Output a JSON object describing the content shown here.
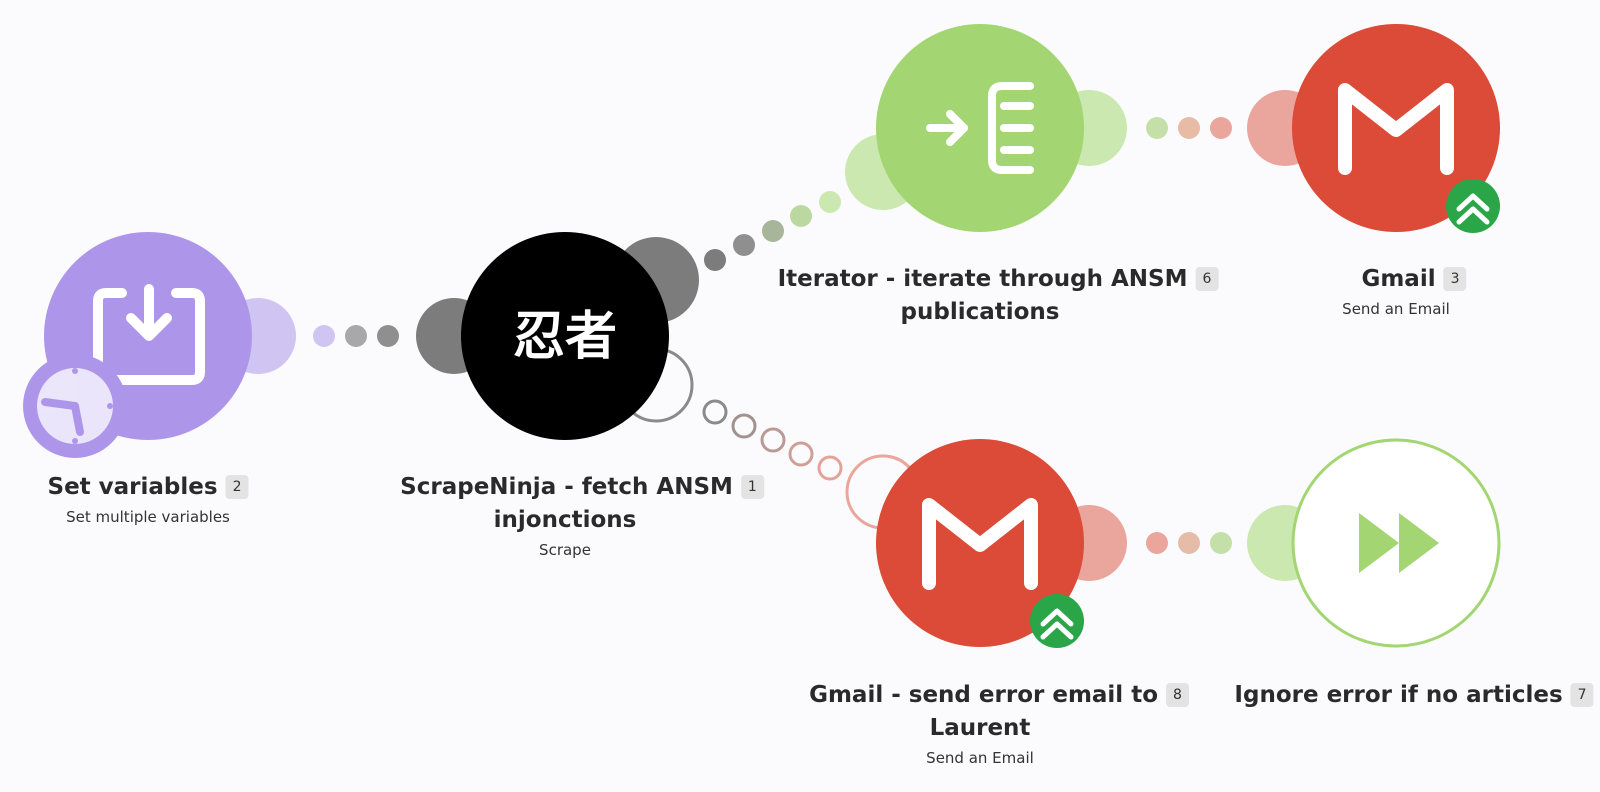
{
  "scenario": {
    "modules": [
      {
        "id": "set-variables",
        "title": "Set variables",
        "badge": "2",
        "subtitle": "Set multiple variables",
        "icon": "import-tray-icon",
        "color": "#ad96e9"
      },
      {
        "id": "scrapeninja",
        "title_line1": "ScrapeNinja - fetch ANSM",
        "title_line2": "injonctions",
        "badge": "1",
        "subtitle": "Scrape",
        "icon": "ninja-kanji-icon",
        "icon_text": "忍者",
        "color": "#000000"
      },
      {
        "id": "iterator",
        "title_line1": "Iterator - iterate through ANSM",
        "title_line2": "publications",
        "badge": "6",
        "subtitle": "",
        "icon": "iterator-icon",
        "color": "#a3d672"
      },
      {
        "id": "gmail-send",
        "title": "Gmail",
        "badge": "3",
        "subtitle": "Send an Email",
        "icon": "gmail-m-icon",
        "color": "#db4b38"
      },
      {
        "id": "gmail-error",
        "title_line1": "Gmail - send error email to",
        "title_line2": "Laurent",
        "badge": "8",
        "subtitle": "Send an Email",
        "icon": "gmail-m-icon",
        "color": "#db4b38"
      },
      {
        "id": "ignore-error",
        "title": "Ignore error if no articles",
        "badge": "7",
        "subtitle": "",
        "icon": "fast-forward-icon",
        "color": "#a3d672"
      }
    ],
    "colors": {
      "purple_light": "#d0c4f2",
      "grey_connector": "#7c7c7c",
      "green_light": "#cbe8b0",
      "red_light": "#eaa69c",
      "error_route": "#b99a94",
      "action_badge": "#2aa548"
    }
  }
}
